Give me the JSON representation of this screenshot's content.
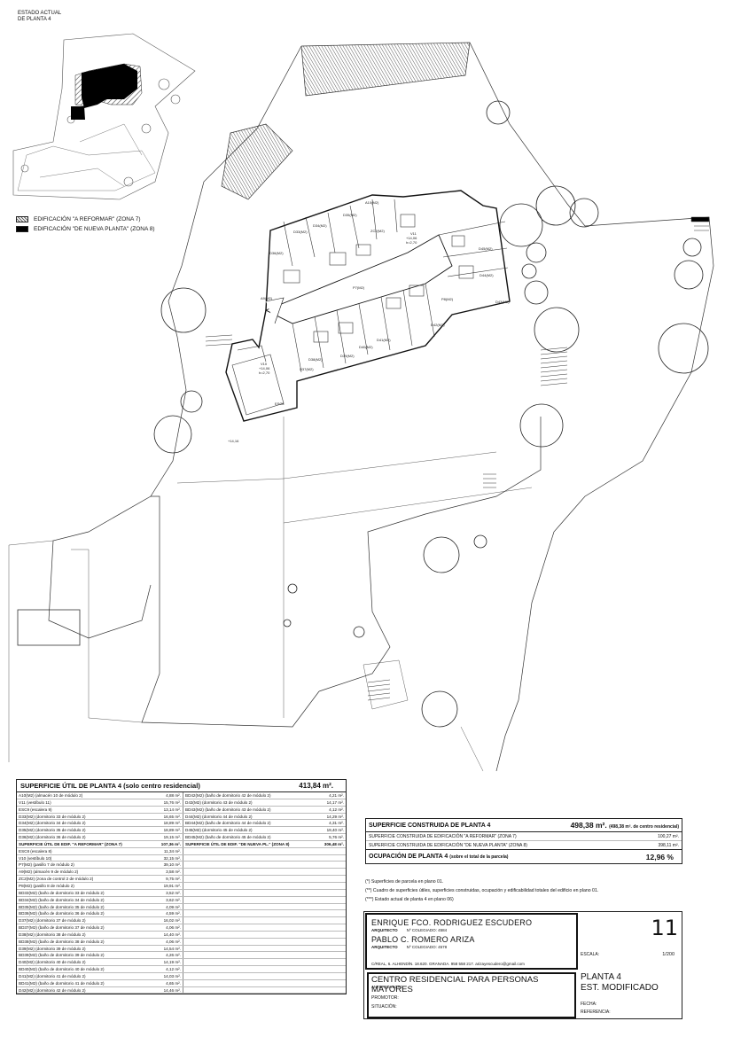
{
  "keymap": {
    "title_line1": "ESTADO ACTUAL",
    "title_line2": "DE PLANTA 4"
  },
  "legend": {
    "reformar": "EDIFICACIÓN \"A REFORMAR\" (ZONA 7)",
    "nueva": "EDIFICACIÓN \"DE NUEVA PLANTA\" (ZONA 8)"
  },
  "plan_labels": {
    "level_outer": "+14,16",
    "v10": "V10",
    "v10_level": "+14,06",
    "v10_h": "h=2,70",
    "v11": "V11",
    "v11_level": "+14,06",
    "v11_h": "h=2,70",
    "p7": "P7(M2)",
    "p8": "P8(M2)",
    "a9": "A9(M2)",
    "a10": "A10(M2)",
    "zc2": "ZC2(M2)",
    "esc8": "ESC8",
    "d33": "D33(M2)",
    "d34": "D34(M2)",
    "d35": "D35(M2)",
    "d36": "D36(M2)",
    "d37": "D37(M2)",
    "d38": "D38(M2)",
    "d39": "D39(M2)",
    "d40": "D40(M2)",
    "d41": "D41(M2)",
    "d42": "D42(M2)",
    "d43": "D43(M2)",
    "d44": "D44(M2)",
    "d45": "D45(M2)"
  },
  "util_table": {
    "title": "SUPERFICIE ÚTIL DE PLANTA 4 (solo centro residencial)",
    "total": "413,84 m².",
    "rows": [
      [
        [
          "A10(M2) (almacén 10 de módulo 2)",
          "4,88 m²."
        ],
        [
          "BD42(M2) (baño de dormitorio 42 de módulo 2)",
          "4,21 m²."
        ]
      ],
      [
        [
          "V11 (vestíbulo 11)",
          "15,76 m²."
        ],
        [
          "D43(M2) (dormitorio 43 de módulo 2)",
          "14,17 m²."
        ]
      ],
      [
        [
          "ESC9 (escalera 9)",
          "13,14 m²."
        ],
        [
          "BD43(M2) (baño de dormitorio 43 de módulo 2)",
          "4,12 m²."
        ]
      ],
      [
        [
          "D33(M2) (dormitorio 33 de módulo 2)",
          "16,65 m²."
        ],
        [
          "D44(M2) (dormitorio 44 de módulo 2)",
          "14,29 m²."
        ]
      ],
      [
        [
          "D34(M2) (dormitorio 34 de módulo 2)",
          "18,89 m²."
        ],
        [
          "BD44(M2) (baño de dormitorio 44 de módulo 2)",
          "4,31 m²."
        ]
      ],
      [
        [
          "D35(M2) (dormitorio 35 de módulo 2)",
          "18,89 m²."
        ],
        [
          "D45(M2) (dormitorio 45 de módulo 2)",
          "19,40 m²."
        ]
      ],
      [
        [
          "D36(M2) (dormitorio 36 de módulo 2)",
          "19,15 m²."
        ],
        [
          "BD45(M2) (baño de dormitorio 45 de módulo 2)",
          "5,76 m²."
        ]
      ],
      [
        [
          "SUPERFICIE ÚTIL DE EDIF. \"A REFORMAR\" (ZONA 7)",
          "107,36 m²."
        ],
        [
          "SUPERFICIE ÚTIL DE EDIF. \"DE NUEVA PL.\" (ZONA 8)",
          "306,48 m²."
        ]
      ],
      [
        [
          "ESC8 (escalera 8)",
          "11,34 m²."
        ],
        [
          "",
          ""
        ]
      ],
      [
        [
          "V10 (vestíbulo 10)",
          "32,15 m²."
        ],
        [
          "",
          ""
        ]
      ],
      [
        [
          "P7(M2) (pasillo 7 de módulo 2)",
          "39,10 m²."
        ],
        [
          "",
          ""
        ]
      ],
      [
        [
          "A9(M2) (almacén 9 de módulo 2)",
          "3,58 m²."
        ],
        [
          "",
          ""
        ]
      ],
      [
        [
          "ZC2(M2) (zona de control 2 de módulo 2)",
          "9,75 m²."
        ],
        [
          "",
          ""
        ]
      ],
      [
        [
          "P8(M2) (pasillo 8 de módulo 2)",
          "19,91 m²."
        ],
        [
          "",
          ""
        ]
      ],
      [
        [
          "BD33(M2) (baño de dormitorio 33 de módulo 2)",
          "3,52 m²."
        ],
        [
          "",
          ""
        ]
      ],
      [
        [
          "BD34(M2) (baño de dormitorio 34 de módulo 2)",
          "3,62 m²."
        ],
        [
          "",
          ""
        ]
      ],
      [
        [
          "BD35(M2) (baño de dormitorio 35 de módulo 2)",
          "4,09 m²."
        ],
        [
          "",
          ""
        ]
      ],
      [
        [
          "BD36(M2) (baño de dormitorio 36 de módulo 2)",
          "4,59 m²."
        ],
        [
          "",
          ""
        ]
      ],
      [
        [
          "D37(M2) (dormitorio 37 de módulo 2)",
          "16,02 m²."
        ],
        [
          "",
          ""
        ]
      ],
      [
        [
          "BD37(M2) (baño de dormitorio 37 de módulo 2)",
          "4,06 m²."
        ],
        [
          "",
          ""
        ]
      ],
      [
        [
          "D38(M2) (dormitorio 38 de módulo 2)",
          "14,40 m²."
        ],
        [
          "",
          ""
        ]
      ],
      [
        [
          "BD38(M2) (baño de dormitorio 38 de módulo 2)",
          "4,06 m²."
        ],
        [
          "",
          ""
        ]
      ],
      [
        [
          "D39(M2) (dormitorio 39 de módulo 2)",
          "14,54 m²."
        ],
        [
          "",
          ""
        ]
      ],
      [
        [
          "BD39(M2) (baño de dormitorio 39 de módulo 2)",
          "4,26 m²."
        ],
        [
          "",
          ""
        ]
      ],
      [
        [
          "D40(M2) (dormitorio 40 de módulo 2)",
          "14,19 m²."
        ],
        [
          "",
          ""
        ]
      ],
      [
        [
          "BD40(M2) (baño de dormitorio 40 de módulo 2)",
          "4,12 m²."
        ],
        [
          "",
          ""
        ]
      ],
      [
        [
          "D41(M2) (dormitorio 41 de módulo 2)",
          "14,03 m²."
        ],
        [
          "",
          ""
        ]
      ],
      [
        [
          "BD41(M2) (baño de dormitorio 41 de módulo 2)",
          "4,65 m²."
        ],
        [
          "",
          ""
        ]
      ],
      [
        [
          "D42(M2) (dormitorio 42 de módulo 2)",
          "14,46 m²."
        ],
        [
          "",
          ""
        ]
      ]
    ]
  },
  "cons_table": {
    "title": "SUPERFICIE CONSTRUIDA DE PLANTA 4",
    "total": "498,38 m².",
    "total_note": "(498,38 m². de centro residencial)",
    "row1_label": "SUPERFICIE CONSTRUIDA DE EDIFICACIÓN \"A REFORMAR\" (ZONA 7)",
    "row1_value": "100,27 m².",
    "row2_label": "SUPERFICIE CONSTRUIDA DE EDIFICACIÓN \"DE NUEVA PLANTA\" (ZONA 8)",
    "row2_value": "398,11 m².",
    "ocup_title": "OCUPACIÓN DE PLANTA 4",
    "ocup_note": "(sobre el total de la parcela)",
    "ocup_value": "12,96 %"
  },
  "notes": [
    "(*) Superficies de parcela en plano 01.",
    "(**) Cuadro de superficies útiles, superficies construidas, ocupación y edificabilidad totales del edificio en plano 01.",
    "(***) Estado actual de planta 4 en plano 06)"
  ],
  "title_block": {
    "arch1_name": "ENRIQUE FCO. RODRIGUEZ ESCUDERO",
    "arch1_role": "ARQUITECTO",
    "arch1_col": "Nº COLEGIADO: 4584",
    "arch2_name": "PABLO C. ROMERO ARIZA",
    "arch2_role": "ARQUITECTO",
    "arch2_col": "Nº COLEGIADO: 4578",
    "address": "C/REAL, 6. ALHENDÍN. 18.620. GRANADA. 958 558 217. arizayescudero@gmail.com",
    "sheet_no": "11",
    "scale_label": "ESCALA:",
    "scale_value": "1/200",
    "project_title": "CENTRO RESIDENCIAL PARA PERSONAS MAYORES",
    "project_sub": "ANTEPROYECTO",
    "promotor": "PROMOTOR:",
    "situacion": "SITUACIÓN:",
    "plano_line1": "PLANTA 4",
    "plano_line2": "EST. MODIFICADO",
    "fecha": "FECHA:",
    "referencia": "REFERENCIA:"
  }
}
